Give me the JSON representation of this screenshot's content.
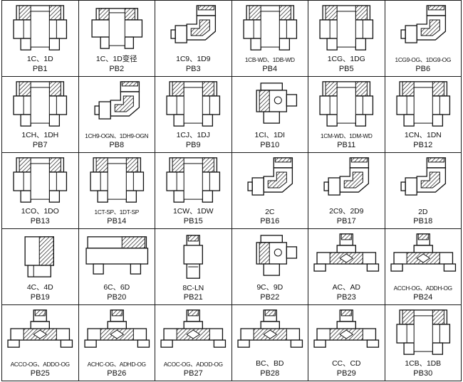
{
  "catalog": {
    "items": [
      {
        "model": "1C、1D",
        "code": "PB1",
        "icon": "straight-fitting-icon"
      },
      {
        "model": "1C、1D变径",
        "code": "PB2",
        "icon": "reducing-fitting-icon"
      },
      {
        "model": "1C9、1D9",
        "code": "PB3",
        "icon": "elbow-fitting-icon"
      },
      {
        "model": "1CB-WD、1DB-WD",
        "code": "PB4",
        "icon": "straight-fitting-icon"
      },
      {
        "model": "1CG、1DG",
        "code": "PB5",
        "icon": "straight-fitting-icon"
      },
      {
        "model": "1CG9-OG、1DG9-OG",
        "code": "PB6",
        "icon": "elbow-fitting-icon"
      },
      {
        "model": "1CH、1DH",
        "code": "PB7",
        "icon": "straight-fitting-icon"
      },
      {
        "model": "1CH9-OGN、1DH9-OGN",
        "code": "PB8",
        "icon": "elbow-fitting-icon"
      },
      {
        "model": "1CJ、1DJ",
        "code": "PB9",
        "icon": "straight-fitting-icon"
      },
      {
        "model": "1CI、1DI",
        "code": "PB10",
        "icon": "swivel-fitting-icon"
      },
      {
        "model": "1CM-WD、1DM-WD",
        "code": "PB11",
        "icon": "straight-fitting-icon"
      },
      {
        "model": "1CN、1DN",
        "code": "PB12",
        "icon": "straight-fitting-icon"
      },
      {
        "model": "1CO、1DO",
        "code": "PB13",
        "icon": "straight-fitting-icon"
      },
      {
        "model": "1CT-SP、1DT-SP",
        "code": "PB14",
        "icon": "straight-fitting-icon"
      },
      {
        "model": "1CW、1DW",
        "code": "PB15",
        "icon": "straight-fitting-icon"
      },
      {
        "model": "2C",
        "code": "PB16",
        "icon": "elbow-fitting-icon"
      },
      {
        "model": "2C9、2D9",
        "code": "PB17",
        "icon": "elbow-fitting-icon"
      },
      {
        "model": "2D",
        "code": "PB18",
        "icon": "elbow-fitting-icon"
      },
      {
        "model": "4C、4D",
        "code": "PB19",
        "icon": "plug-fitting-icon"
      },
      {
        "model": "6C、6D",
        "code": "PB20",
        "icon": "long-fitting-icon"
      },
      {
        "model": "8C-LN",
        "code": "PB21",
        "icon": "sleeve-fitting-icon"
      },
      {
        "model": "9C、9D",
        "code": "PB22",
        "icon": "swivel-fitting-icon"
      },
      {
        "model": "AC、AD",
        "code": "PB23",
        "icon": "tee-fitting-icon"
      },
      {
        "model": "ACCH-OG、ADDH-OG",
        "code": "PB24",
        "icon": "tee-fitting-icon"
      },
      {
        "model": "ACCO-OG、ADDO-OG",
        "code": "PB25",
        "icon": "tee-fitting-icon"
      },
      {
        "model": "ACHC-OG、ADHD-OG",
        "code": "PB26",
        "icon": "tee-fitting-icon"
      },
      {
        "model": "ACOC-OG、ADOD-OG",
        "code": "PB27",
        "icon": "tee-fitting-icon"
      },
      {
        "model": "BC、BD",
        "code": "PB28",
        "icon": "tee-fitting-icon"
      },
      {
        "model": "CC、CD",
        "code": "PB29",
        "icon": "tee-fitting-icon"
      },
      {
        "model": "1CB、1DB",
        "code": "PB30",
        "icon": "straight-fitting-icon"
      }
    ]
  }
}
